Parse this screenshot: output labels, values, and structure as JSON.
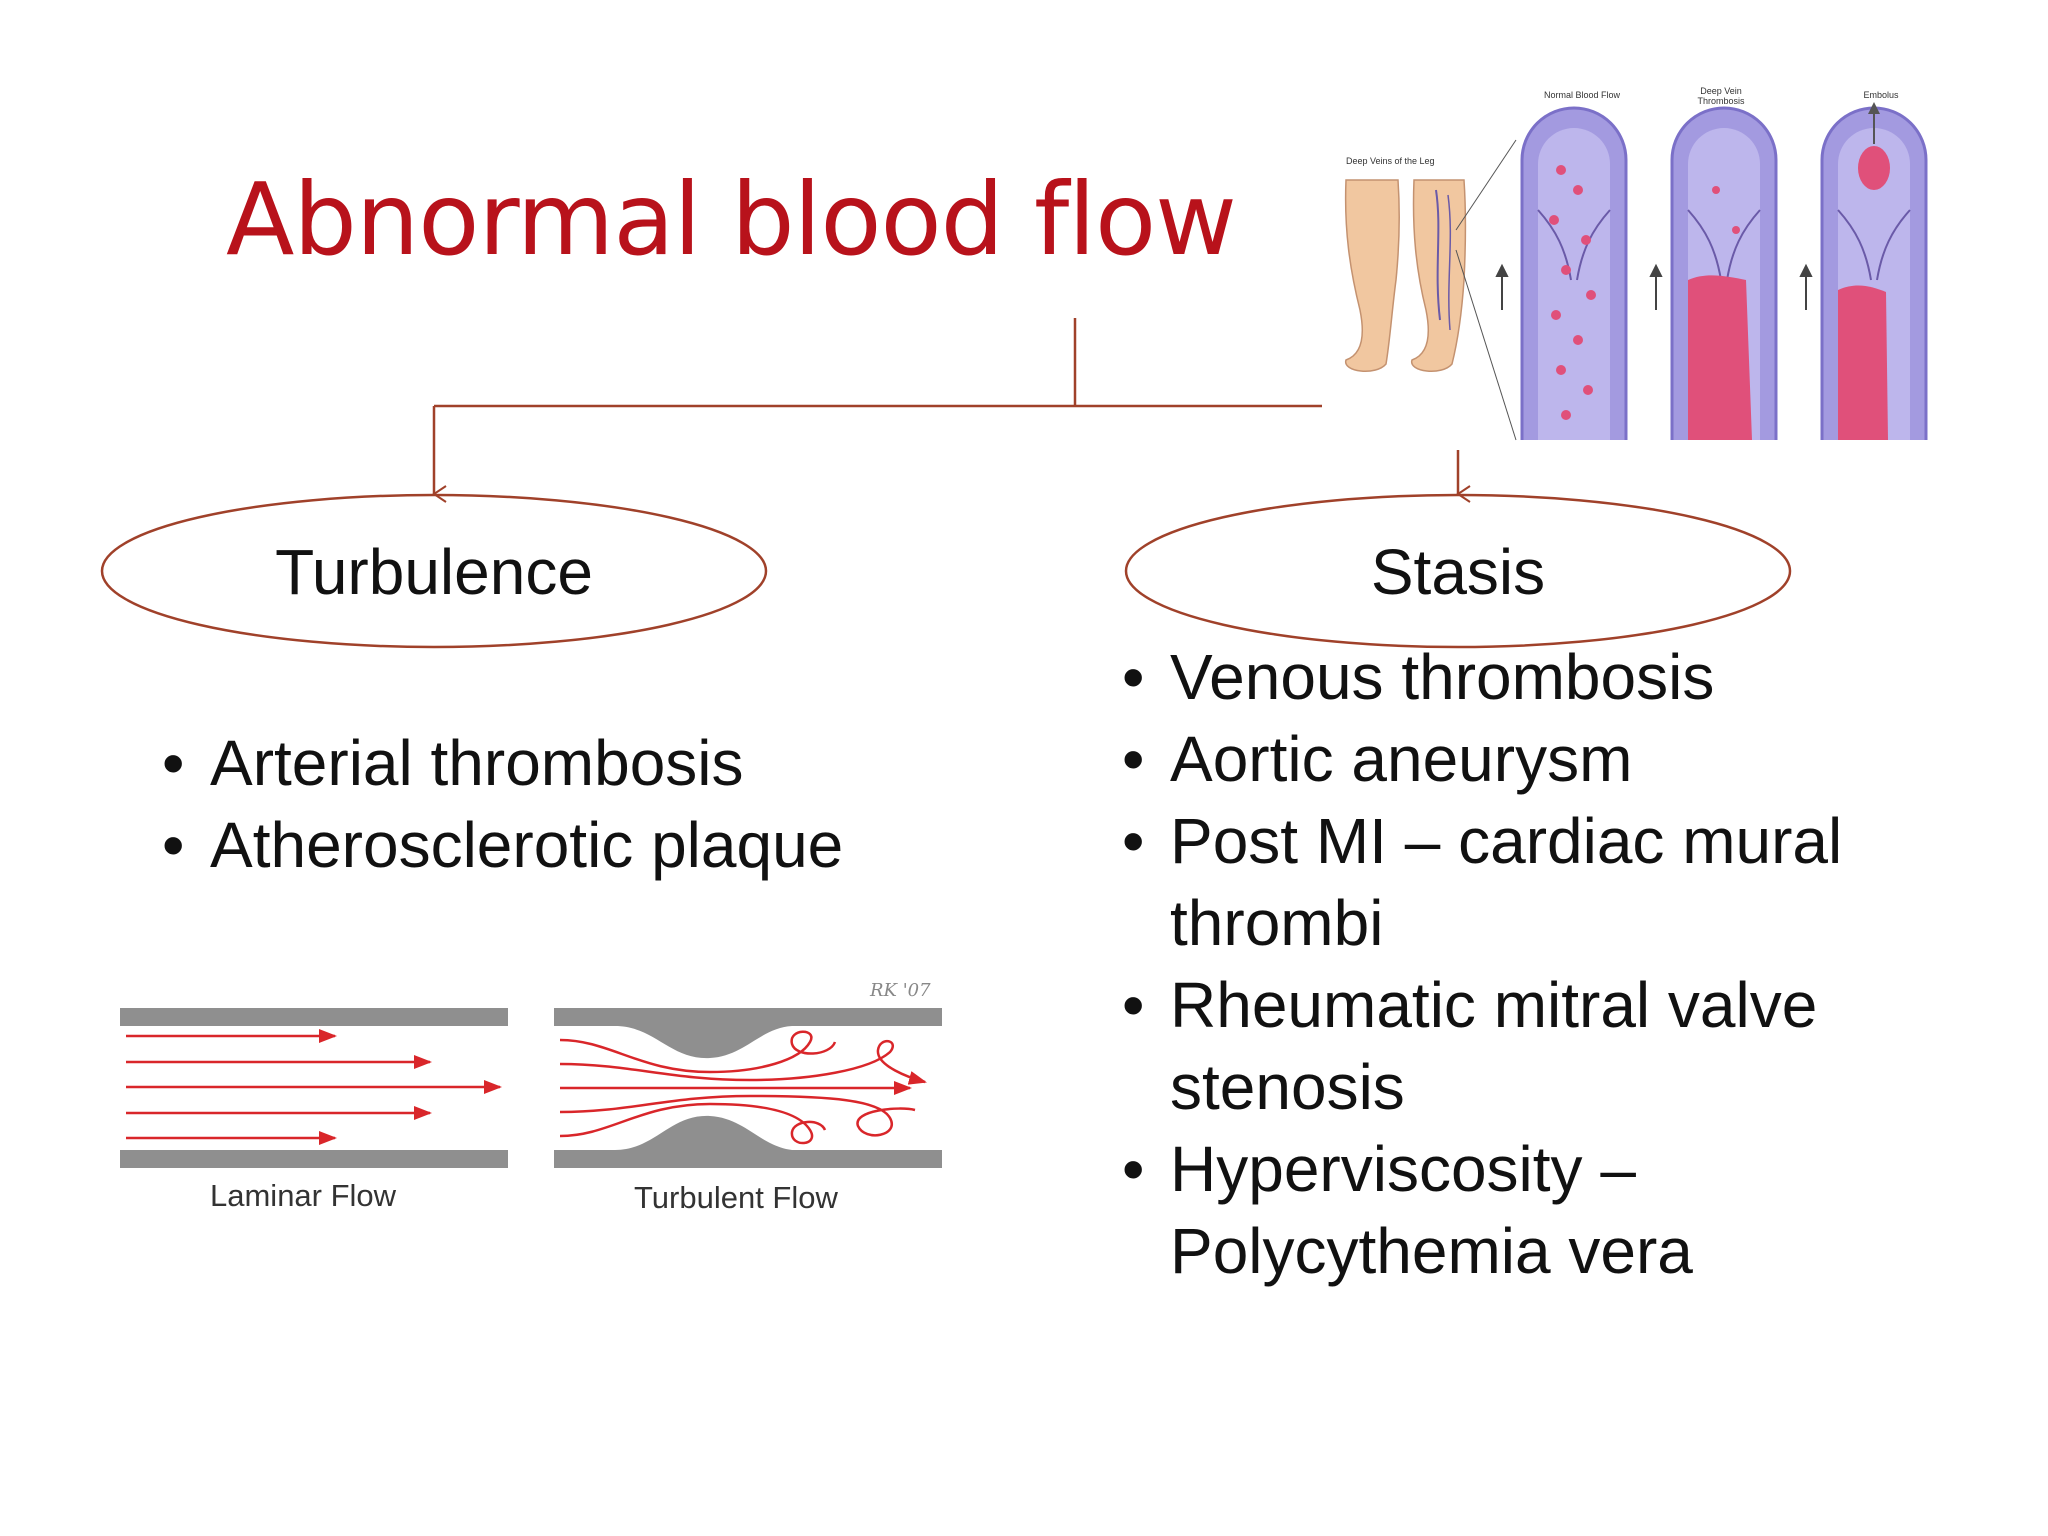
{
  "title": "Abnormal blood flow",
  "branches": [
    {
      "label": "Turbulence",
      "items": [
        "Arterial thrombosis",
        "Atherosclerotic plaque"
      ]
    },
    {
      "label": "Stasis",
      "items": [
        "Venous thrombosis",
        "Aortic aneurysm",
        "Post MI – cardiac mural thrombi",
        "Rheumatic mitral valve stenosis",
        "Hyperviscosity – Polycythemia vera"
      ]
    }
  ],
  "flow_figure": {
    "laminar_caption": "Laminar Flow",
    "turbulent_caption": "Turbulent Flow",
    "signature": "RK '07"
  },
  "dvt_figure": {
    "leg_label": "Deep Veins of the Leg",
    "panel_labels": [
      "Normal Blood Flow",
      "Deep Vein Thrombosis",
      "Embolus"
    ]
  },
  "colors": {
    "title": "#b8121b",
    "connector": "#a0412a",
    "arrow_red": "#d9262a",
    "vessel_wall": "#8f8f8f",
    "vein_fill": "#a39ae0",
    "clot": "#e0507a"
  }
}
